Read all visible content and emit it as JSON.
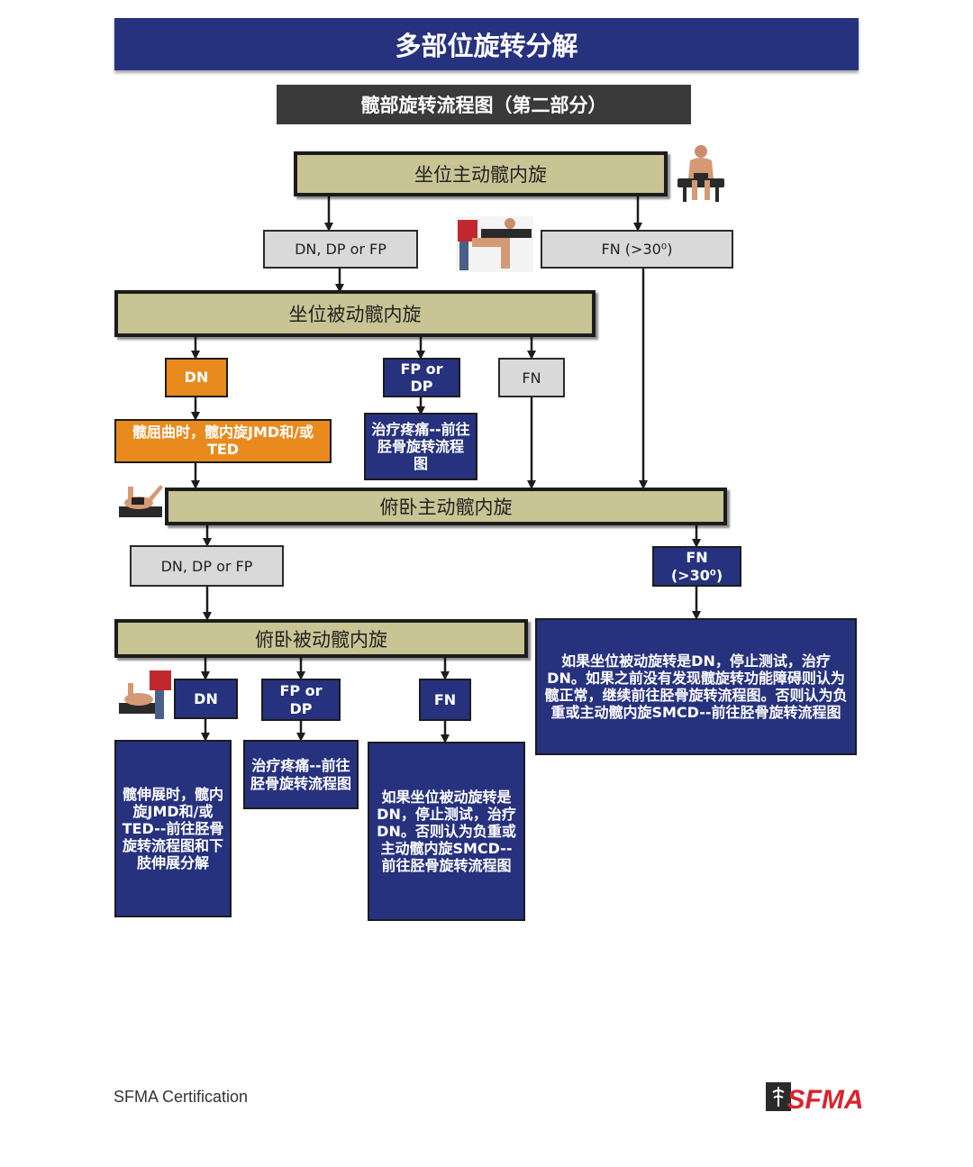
{
  "header": {
    "title": "多部位旋转分解",
    "subtitle": "髋部旋转流程图（第二部分）"
  },
  "flow": {
    "seated_active": "坐位主动髋内旋",
    "seated_active_left": "DN, DP or FP",
    "seated_active_right": "FN (>30⁰)",
    "seated_passive": "坐位被动髋内旋",
    "sp_dn": "DN",
    "sp_fpdp": "FP or DP",
    "sp_fn": "FN",
    "sp_dn_result": "髋屈曲时，髋内旋JMD和/或TED",
    "sp_fpdp_result": "治疗疼痛--前往胫骨旋转流程图",
    "prone_active": "俯卧主动髋内旋",
    "prone_active_left": "DN, DP or FP",
    "prone_active_right": "FN (>30⁰)",
    "prone_active_right_result": "如果坐位被动旋转是DN，停止测试，治疗DN。如果之前没有发现髋旋转功能障碍则认为髋正常，继续前往胫骨旋转流程图。否则认为负重或主动髋内旋SMCD--前往胫骨旋转流程图",
    "prone_passive": "俯卧被动髋内旋",
    "pp_dn": "DN",
    "pp_fpdp": "FP or DP",
    "pp_fn": "FN",
    "pp_dn_result": "髋伸展时，髋内旋JMD和/或TED--前往胫骨旋转流程图和下肢伸展分解",
    "pp_fpdp_result": "治疗疼痛--前往胫骨旋转流程图",
    "pp_fn_result": "如果坐位被动旋转是DN，停止测试，治疗DN。否则认为负重或主动髋内旋SMCD--前往胫骨旋转流程图"
  },
  "footer": {
    "left": "SFMA Certification",
    "logo": "SFMA"
  },
  "colors": {
    "navy": "#27327e",
    "tan": "#c8c494",
    "orange": "#e98a1f",
    "grey": "#d9d9d9",
    "dark": "#3a3a3a",
    "logo_red": "#d9232d"
  }
}
